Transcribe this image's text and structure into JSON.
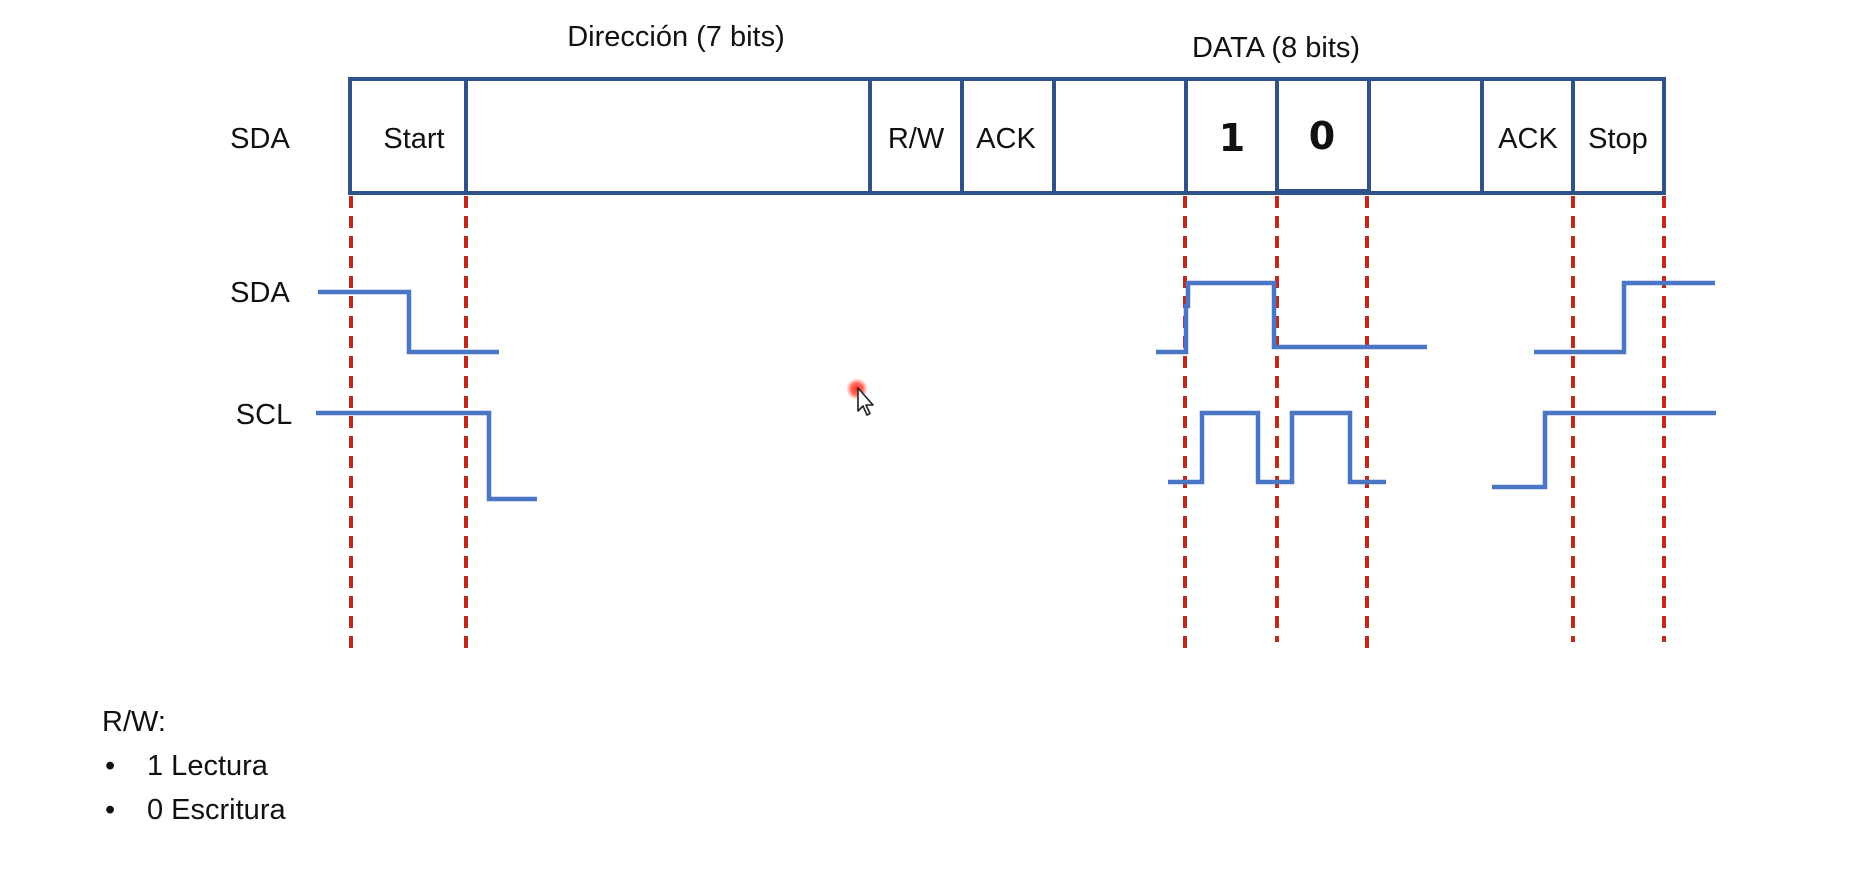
{
  "headers": {
    "address": "Dirección (7 bits)",
    "data": "DATA (8 bits)"
  },
  "signals": {
    "sda_frame": "SDA",
    "sda_wave": "SDA",
    "scl_wave": "SCL"
  },
  "frame": {
    "start": "Start",
    "rw": "R/W",
    "ack1": "ACK",
    "bit1": "1",
    "bit0": "0",
    "ack2": "ACK",
    "stop": "Stop"
  },
  "notes": {
    "title": "R/W:",
    "items": [
      "1 Lectura",
      "0 Escritura"
    ]
  },
  "colors": {
    "frame": "#2f5289",
    "wave": "#4a76c5",
    "guide": "#c0281b"
  }
}
